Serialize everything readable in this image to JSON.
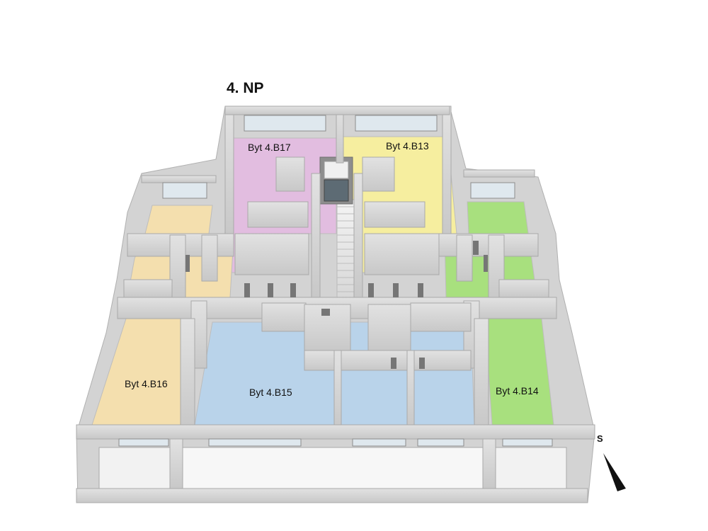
{
  "floor_title": "4. NP",
  "compass_label": "S",
  "units": [
    {
      "label": "Byt 4.B17",
      "color": "#e2bde0"
    },
    {
      "label": "Byt 4.B13",
      "color": "#f6ee9f"
    },
    {
      "label": "Byt 4.B16",
      "color": "#f4dfae"
    },
    {
      "label": "Byt 4.B15",
      "color": "#b9d3ea"
    },
    {
      "label": "Byt 4.B14",
      "color": "#a8e07e"
    }
  ]
}
